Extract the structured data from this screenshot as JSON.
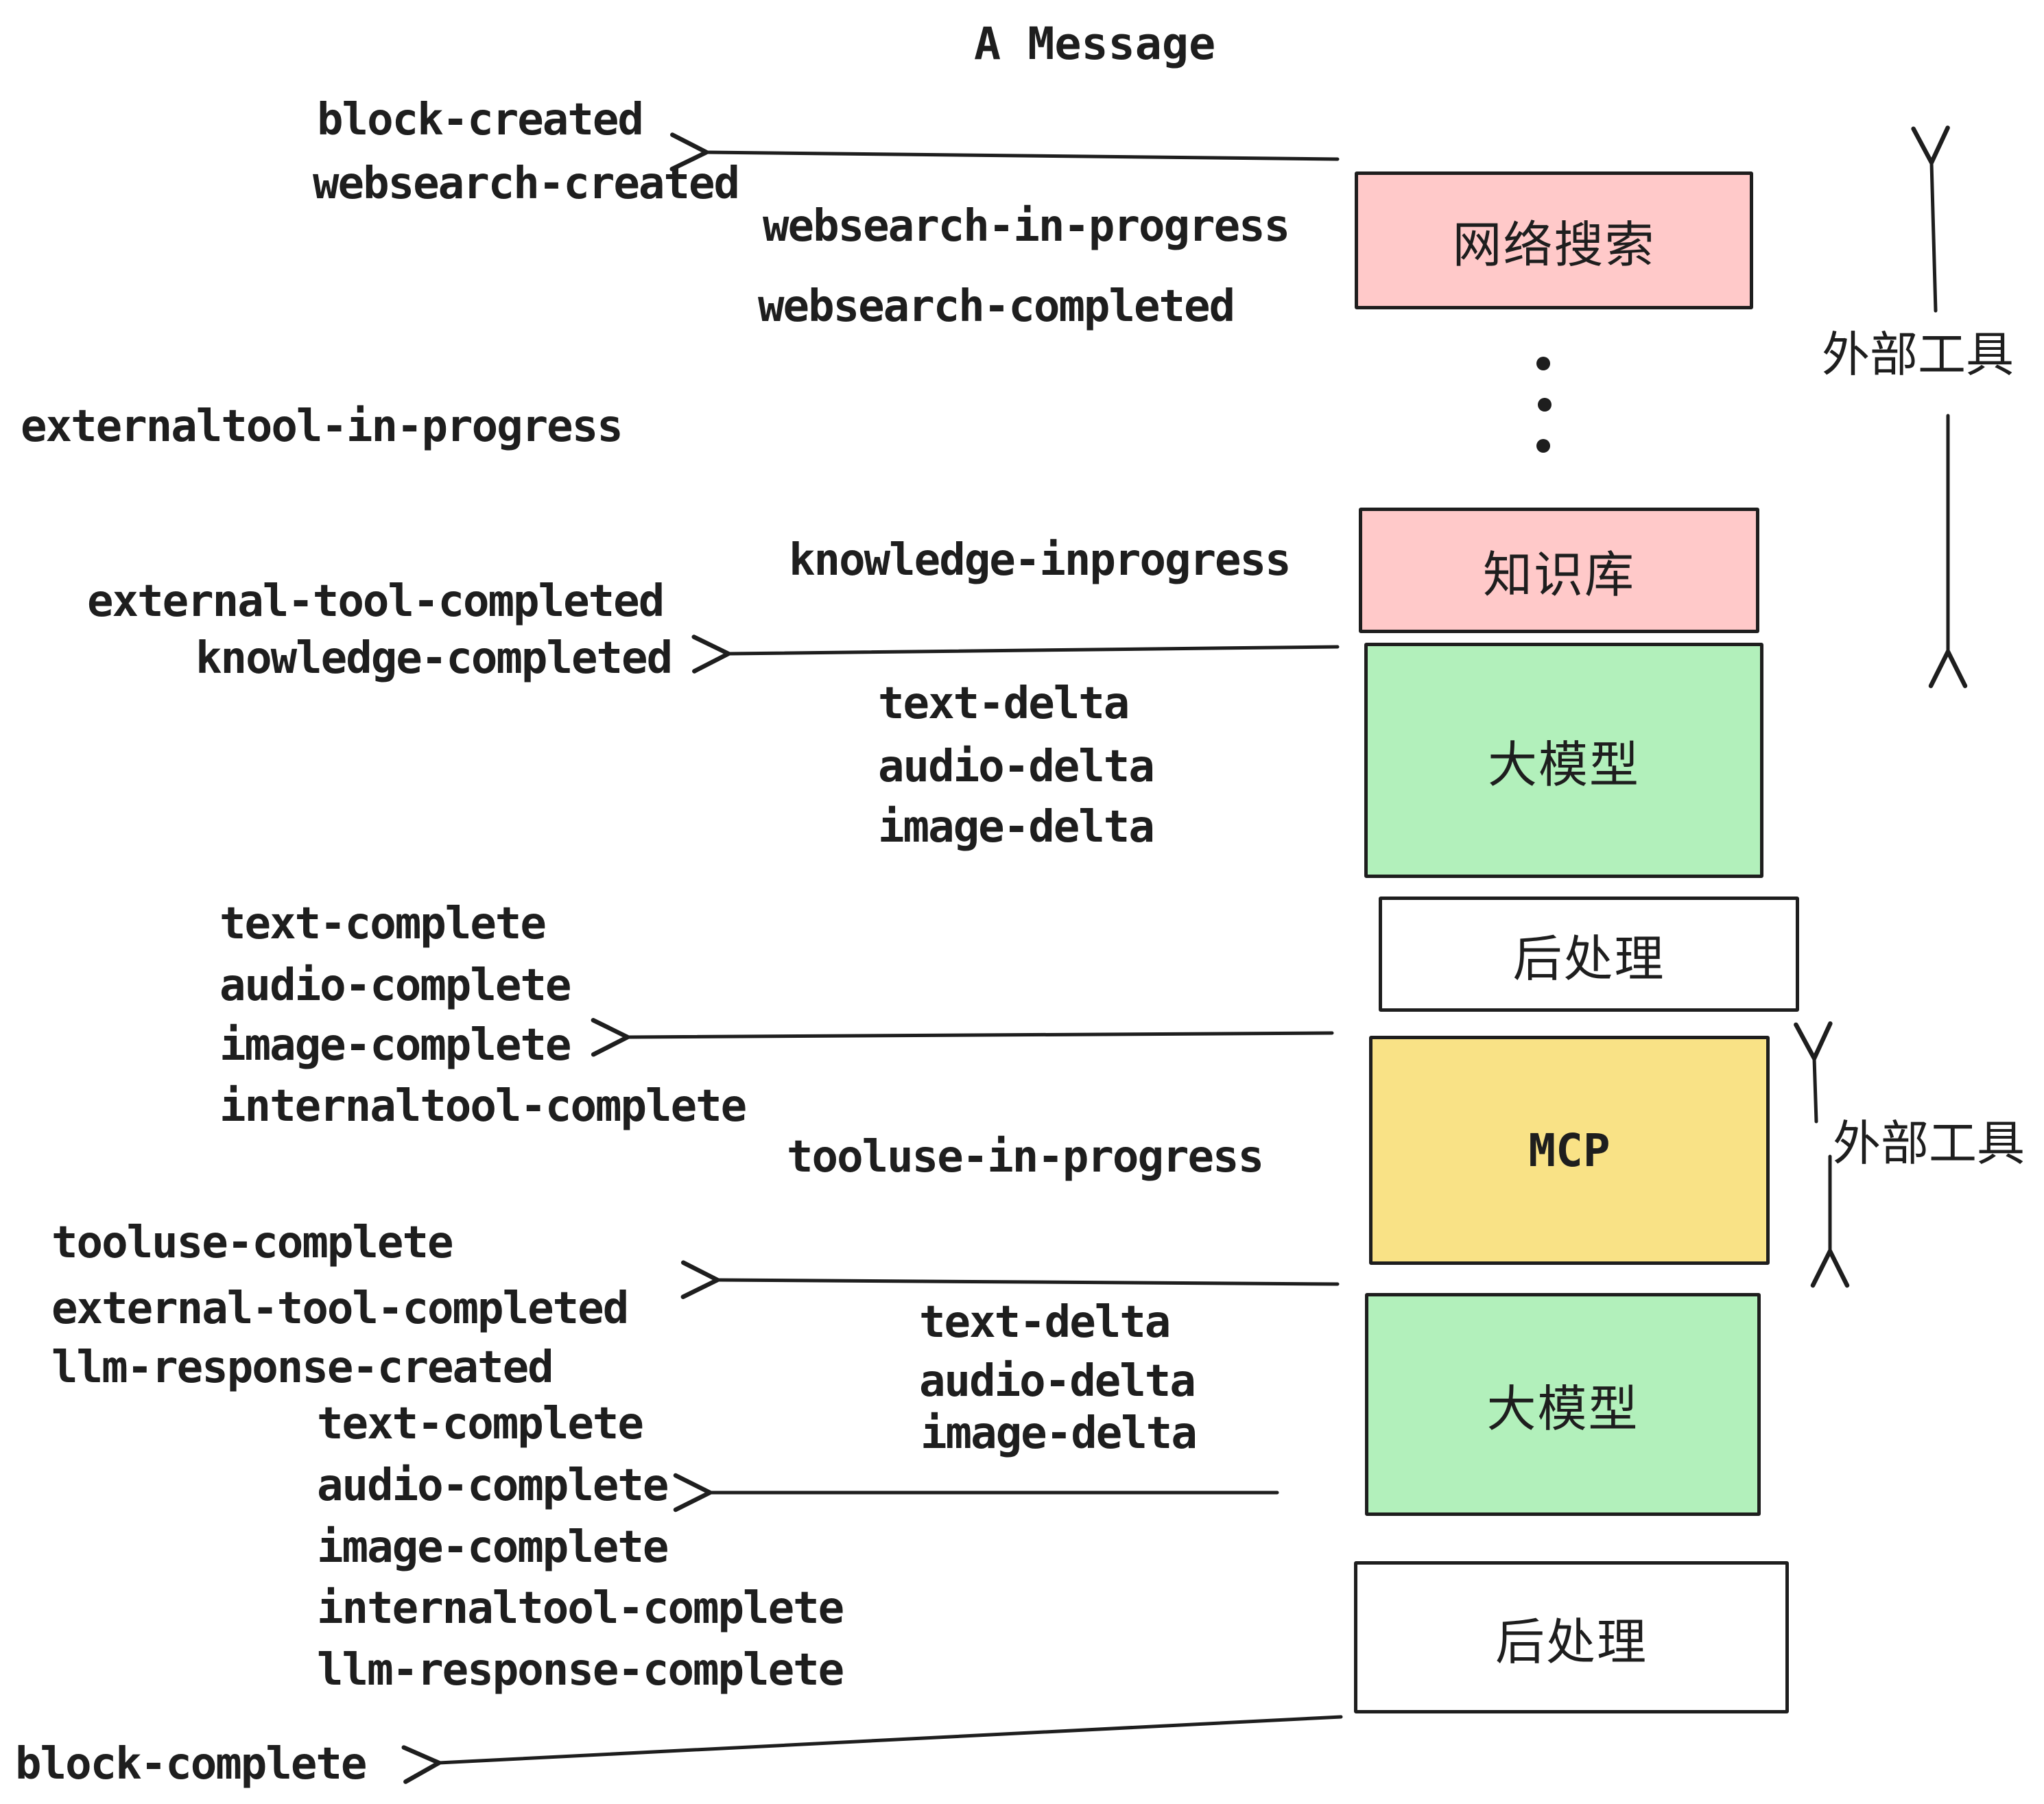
{
  "title": "A Message",
  "colors": {
    "background": "#ffffff",
    "stroke": "#1e1e1e",
    "box_pink": "#ffc9c9",
    "box_green": "#b2f0bb",
    "box_yellow": "#f9e286",
    "box_white": "#ffffff"
  },
  "boxes": {
    "websearch": "网络搜索",
    "knowledge": "知识库",
    "llm_1": "大模型",
    "postprocess_1": "后处理",
    "mcp": "MCP",
    "llm_2": "大模型",
    "postprocess_2": "后处理"
  },
  "annotations": {
    "external_tools_1": "外部工具",
    "external_tools_2": "外部工具"
  },
  "events": {
    "block_created": "block-created",
    "websearch_created": "websearch-created",
    "websearch_in_progress": "websearch-in-progress",
    "websearch_completed": "websearch-completed",
    "externaltool_in_progress": "externaltool-in-progress",
    "knowledge_inprogress": "knowledge-inprogress",
    "external_tool_completed_1": "external-tool-completed",
    "knowledge_completed": "knowledge-completed",
    "text_delta_1": "text-delta",
    "audio_delta_1": "audio-delta",
    "image_delta_1": "image-delta",
    "text_complete_1": "text-complete",
    "audio_complete_1": "audio-complete",
    "image_complete_1": "image-complete",
    "internaltool_complete_1": "internaltool-complete",
    "tooluse_in_progress": "tooluse-in-progress",
    "tooluse_complete": "tooluse-complete",
    "external_tool_completed_2": "external-tool-completed",
    "llm_response_created": "llm-response-created",
    "text_complete_2": "text-complete",
    "audio_complete_2": "audio-complete",
    "image_complete_2": "image-complete",
    "internaltool_complete_2": "internaltool-complete",
    "llm_response_complete": "llm-response-complete",
    "block_complete": "block-complete",
    "text_delta_2": "text-delta",
    "audio_delta_2": "audio-delta",
    "image_delta_2": "image-delta"
  }
}
